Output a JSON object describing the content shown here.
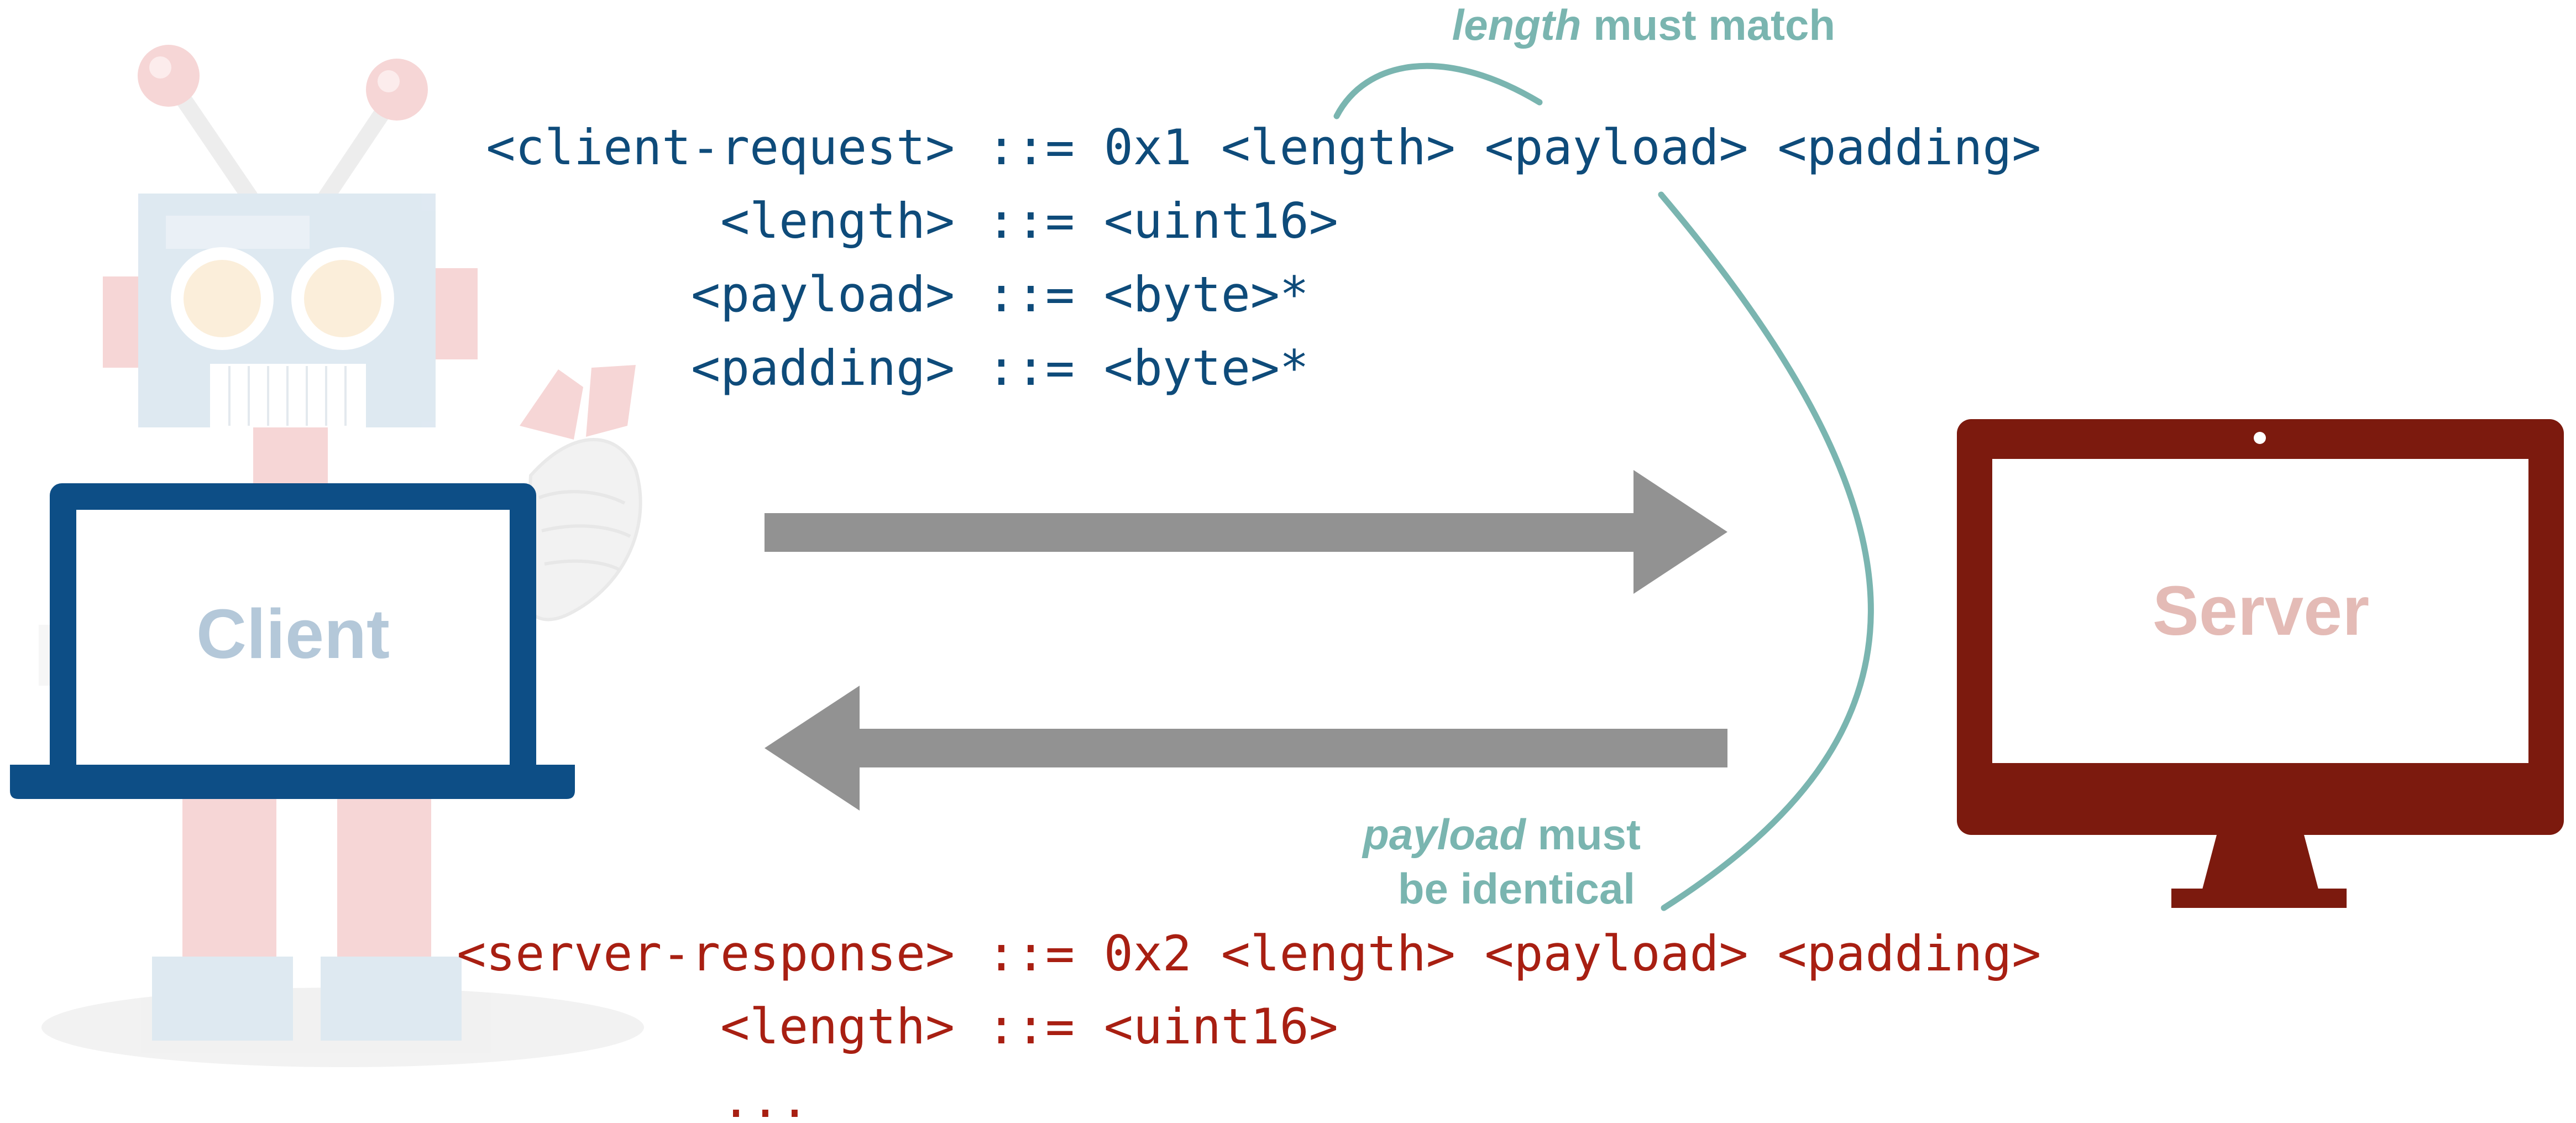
{
  "colors": {
    "client_grammar": "#0E4B7A",
    "server_grammar": "#A81F12",
    "annotation": "#7AB5B0",
    "arrow": "#929292",
    "client_laptop": "#0D4E86",
    "client_label": "#B4C8D9",
    "server_monitor": "#7C1A0E",
    "server_label": "#E4BBB6",
    "robot_head": "#DDE8F1",
    "robot_pink": "#F6D4D4"
  },
  "client": {
    "label": "Client"
  },
  "server": {
    "label": "Server"
  },
  "client_grammar": {
    "rules": [
      {
        "lhs": "<client-request>",
        "def": "::= 0x1 <length> <payload> <padding>"
      },
      {
        "lhs": "<length>",
        "def": "::= <uint16>"
      },
      {
        "lhs": "<payload>",
        "def": "::= <byte>*"
      },
      {
        "lhs": "<padding>",
        "def": "::= <byte>*"
      }
    ]
  },
  "server_grammar": {
    "rules": [
      {
        "lhs": "<server-response>",
        "def": "::= 0x2 <length> <payload> <padding>"
      },
      {
        "lhs": "<length>",
        "def": "::= <uint16>"
      }
    ],
    "ellipsis": "..."
  },
  "annotations": {
    "length_match": {
      "emph": "length",
      "rest": " must match"
    },
    "payload_identical": {
      "emph": "payload",
      "rest_line1": " must",
      "line2": "be identical"
    }
  },
  "icons": {
    "client_icon": "robot-with-laptop-icon",
    "server_icon": "desktop-monitor-icon",
    "request_arrow": "arrow-right-icon",
    "response_arrow": "arrow-left-icon"
  }
}
